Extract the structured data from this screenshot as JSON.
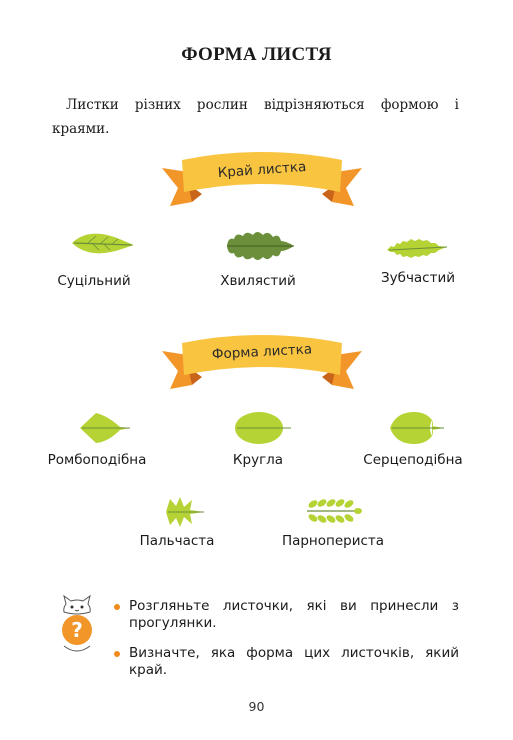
{
  "title": "ФОРМА ЛИСТЯ",
  "intro": "Листки різних рослин відрізняються формою і краями.",
  "edge_section": {
    "ribbon_label": "Край листка",
    "items": [
      {
        "label": "Суцільний",
        "icon": "smooth-leaf-icon"
      },
      {
        "label": "Хвилястий",
        "icon": "wavy-oak-leaf-icon"
      },
      {
        "label": "Зубчастий",
        "icon": "serrated-leaf-icon"
      }
    ]
  },
  "shape_section": {
    "ribbon_label": "Форма листка",
    "items": [
      {
        "label": "Ромбоподібна",
        "icon": "rhomboid-leaf-icon"
      },
      {
        "label": "Кругла",
        "icon": "round-leaf-icon"
      },
      {
        "label": "Серцеподібна",
        "icon": "heart-leaf-icon"
      },
      {
        "label": "Пальчаста",
        "icon": "palmate-leaf-icon"
      },
      {
        "label": "Парноперистa",
        "icon": "pinnate-leaf-icon"
      }
    ]
  },
  "tasks": [
    "Розгляньте листочки, які ви принесли з прогулянки.",
    "Визначте, яка форма цих листочків, який край."
  ],
  "page_number": "90",
  "colors": {
    "ribbon_yellow": "#f9c440",
    "ribbon_orange": "#f2962a",
    "leaf_light": "#b5d334",
    "leaf_dark": "#6b8f3a",
    "bullet": "#f08a1c"
  }
}
